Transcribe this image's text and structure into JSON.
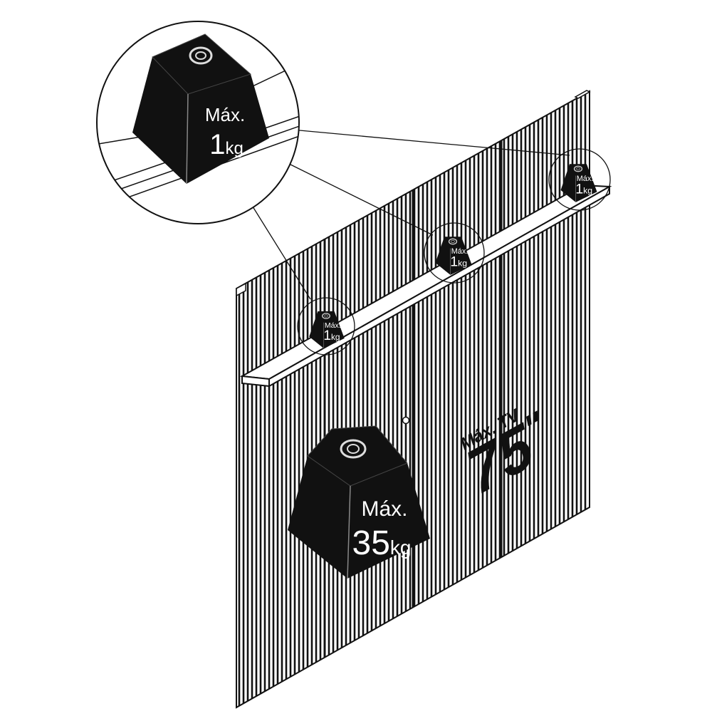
{
  "colors": {
    "ink": "#111111",
    "panel_bg": "#ffffff",
    "weight_fill": "#111111",
    "weight_text": "#ffffff"
  },
  "icons": [
    "weight-icon",
    "magnifier-callout-icon"
  ],
  "shelf_weight": {
    "max_label": "Máx.",
    "value": "1",
    "unit": "kg",
    "count": 3
  },
  "panel_weight": {
    "max_label": "Máx.",
    "value": "35",
    "unit": "kg"
  },
  "tv": {
    "max_label": "Máx.",
    "tv_label": "TV",
    "size": "75",
    "unit_mark": "\""
  }
}
